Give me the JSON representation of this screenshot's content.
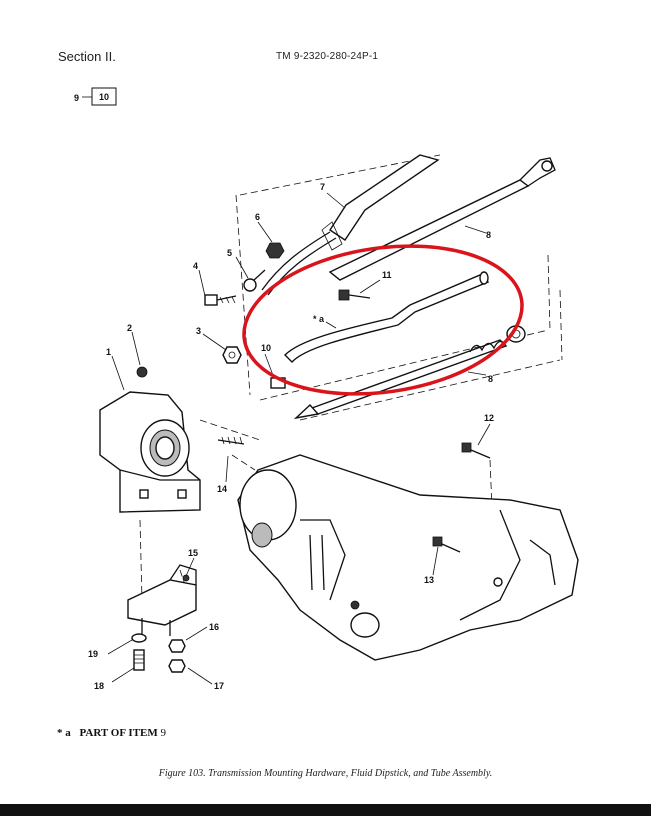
{
  "header": {
    "section": "Section II.",
    "tm_number": "TM 9-2320-280-24P-1",
    "index_prefix": "9",
    "index_box": "10"
  },
  "callouts": {
    "c1": "1",
    "c2": "2",
    "c3": "3",
    "c4": "4",
    "c5": "5",
    "c6": "6",
    "c7": "7",
    "c8a": "8",
    "c8b": "8",
    "c9a": "* a",
    "c10": "10",
    "c11": "11",
    "c12": "12",
    "c13": "13",
    "c14": "14",
    "c15": "15",
    "c16": "16",
    "c17": "17",
    "c18": "18",
    "c19": "19"
  },
  "legend": {
    "mark": "* a",
    "text": "PART OF ITEM",
    "item": "9"
  },
  "caption": "Figure 103.  Transmission Mounting Hardware, Fluid Dipstick, and Tube Assembly.",
  "colors": {
    "highlight_ring": "#d9141b",
    "ink": "#111111",
    "page": "#ffffff"
  }
}
